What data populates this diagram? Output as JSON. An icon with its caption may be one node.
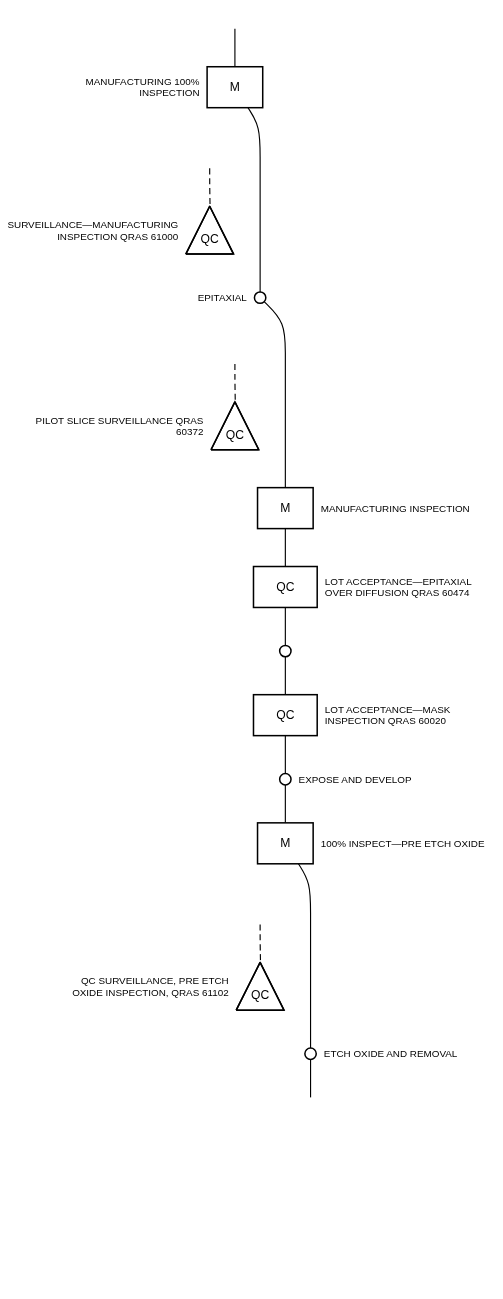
{
  "diagram": {
    "nodes": [
      {
        "text": [
          "M"
        ],
        "beside": [
          "MANUFACTURING 100% INSPECTION"
        ]
      },
      {
        "text": [
          "QC"
        ],
        "beside": [
          "SURVEILLANCE—MANUFACTURING INSPECTION QRAS 61000"
        ]
      },
      {
        "text": [],
        "shape": "circle",
        "beside": [
          "EPITAXIAL"
        ]
      },
      {
        "text": [
          "QC"
        ],
        "beside": [
          "PILOT SLICE SURVEILLANCE QRAS 60372"
        ]
      },
      {
        "text": [
          "M"
        ],
        "beside": [
          "MANUFACTURING INSPECTION"
        ]
      },
      {
        "text": [
          "QC"
        ],
        "beside": [
          "LOT ACCEPTANCE—EPITAXIAL OVER DIFFUSION QRAS 60474"
        ]
      },
      {
        "text": [],
        "shape": "circle"
      },
      {
        "text": [
          "QC"
        ],
        "beside": [
          "LOT ACCEPTANCE—MASK INSPECTION QRAS 60020"
        ]
      },
      {
        "text": [],
        "shape": "circle",
        "beside": [
          "EXPOSE AND DEVELOP"
        ]
      },
      {
        "text": [
          "M"
        ],
        "beside": [
          "100% INSPECT—PRE ETCH OXIDE"
        ]
      },
      {
        "text": [
          "QC"
        ],
        "beside": [
          "QC SURVEILLANCE, PRE ETCH OXIDE INSPECTION, QRAS 61102"
        ]
      },
      {
        "text": [],
        "shape": "circle",
        "beside": [
          "ETCH OXIDE AND REMOVAL"
        ]
      }
    ],
    "edges": [
      {
        "from": null,
        "to": 0,
        "arrow": "none"
      },
      {
        "from": 0,
        "to": 2,
        "arrow": "none"
      },
      {
        "from": null,
        "to": 1,
        "arrow": "none",
        "style": "dashed"
      },
      {
        "from": 2,
        "to": 4,
        "arrow": "none"
      },
      {
        "from": null,
        "to": 3,
        "arrow": "none",
        "style": "dashed"
      },
      {
        "from": 4,
        "to": 5,
        "arrow": "none"
      },
      {
        "from": 5,
        "to": 6,
        "arrow": "none"
      },
      {
        "from": 6,
        "to": 7,
        "arrow": "none"
      },
      {
        "from": 7,
        "to": 8,
        "arrow": "none"
      },
      {
        "from": 8,
        "to": 9,
        "arrow": "none"
      },
      {
        "from": 9,
        "to": 11,
        "arrow": "none"
      },
      {
        "from": null,
        "to": 10,
        "arrow": "none",
        "style": "dashed"
      },
      {
        "from": 11,
        "to": null,
        "arrow": "none"
      }
    ]
  }
}
